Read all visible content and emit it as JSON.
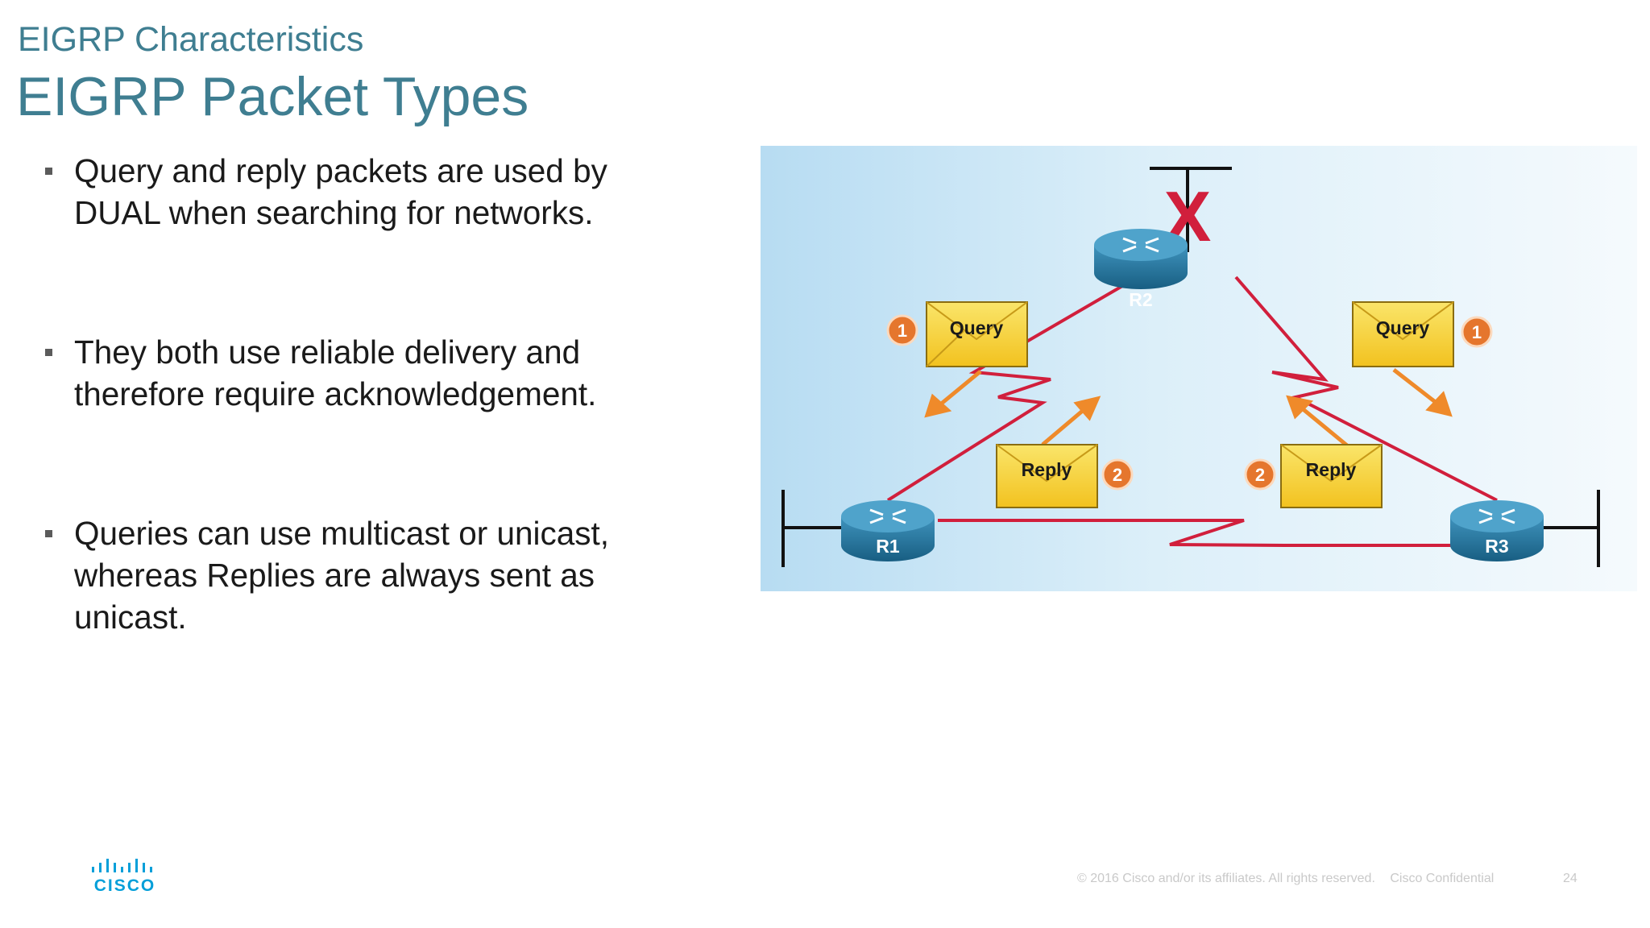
{
  "header": {
    "subtitle": "EIGRP Characteristics",
    "title": "EIGRP Packet Types"
  },
  "bullets": [
    {
      "line1": "Query and reply packets are used by",
      "line2": "DUAL when searching for networks.",
      "line3": ""
    },
    {
      "line1": "They both use reliable delivery and",
      "line2": "therefore require acknowledgement.",
      "line3": ""
    },
    {
      "line1": "Queries can use multicast or unicast,",
      "line2": "whereas Replies are always sent as",
      "line3": "unicast."
    }
  ],
  "diagram": {
    "routers": {
      "r1": "R1",
      "r2": "R2",
      "r3": "R3"
    },
    "messages": {
      "query_left": "Query",
      "query_right": "Query",
      "reply_left": "Reply",
      "reply_right": "Reply"
    },
    "steps": {
      "query_left": "1",
      "query_right": "1",
      "reply_left": "2",
      "reply_right": "2"
    },
    "failure_mark": "X",
    "colors": {
      "link": "#d11f3c",
      "envelope": "#f7d235",
      "arrow": "#ef8a2a",
      "badge": "#e5762d",
      "router": "#1f6e95"
    }
  },
  "footer": {
    "copyright": "© 2016  Cisco and/or its affiliates. All rights reserved.",
    "confidential": "Cisco Confidential",
    "page_number": "24",
    "logo_text": "CISCO"
  }
}
